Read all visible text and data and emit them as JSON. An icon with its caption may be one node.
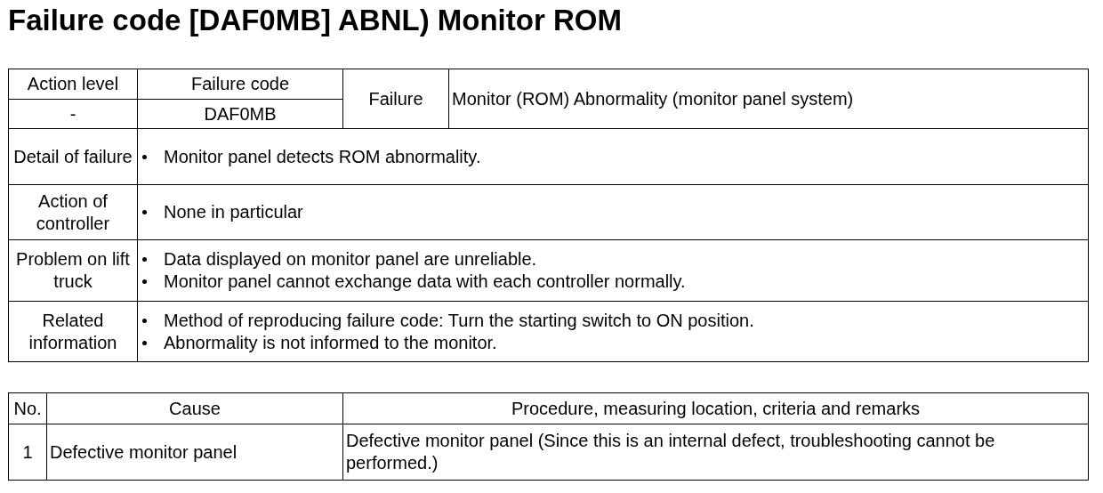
{
  "diagram": {
    "title": "Failure code [DAF0MB] ABNL) Monitor ROM",
    "labels": [
      "Action level",
      "Failure code",
      "Failure",
      "Monitor (ROM) Abnormality (monitor panel system)",
      "-",
      "DAF0MB",
      "Detail of failure",
      "Monitor panel detects ROM abnormality.",
      "Action of controller",
      "None in particular",
      "Problem on lift truck",
      "Data displayed on monitor panel are unreliable.",
      "Monitor panel cannot exchange data with each controller normally.",
      "Related information",
      "Method of reproducing failure code: Turn the starting switch to ON position.",
      "Abnormality is not informed to the monitor.",
      "No.",
      "Cause",
      "Procedure, measuring location, criteria and remarks",
      "1",
      "Defective monitor panel",
      "Defective monitor panel (Since this is an internal defect, troubleshooting cannot be performed.)"
    ]
  }
}
